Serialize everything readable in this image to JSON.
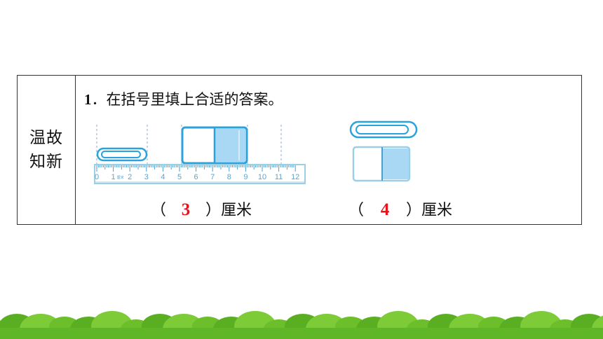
{
  "side_label": {
    "line1": "温故",
    "line2": "知新"
  },
  "question": {
    "number": "1",
    "text": "．在括号里填上合适的答案。"
  },
  "ruler_ticks": [
    "0",
    "1",
    "2",
    "3",
    "4",
    "5",
    "6",
    "7",
    "8",
    "9",
    "10",
    "11",
    "12"
  ],
  "ruler_unit": "厘米",
  "answers": [
    {
      "open": "（",
      "value": "3",
      "close": "）",
      "unit": "厘米"
    },
    {
      "open": "（",
      "value": "4",
      "close": "）",
      "unit": "厘米"
    }
  ],
  "colors": {
    "border": "#333333",
    "figure_blue": "#29a3dd",
    "figure_fill": "#a9d8f5",
    "answer_red": "#e8141b",
    "grass": "#6cbf2a"
  }
}
